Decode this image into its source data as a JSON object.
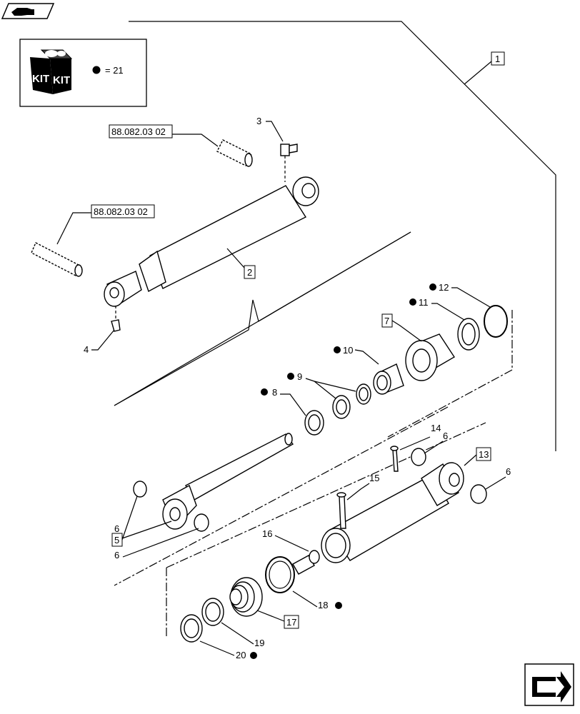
{
  "kit": {
    "text_1": "KIT",
    "text_2": "KIT",
    "legend": "= 21"
  },
  "refs": {
    "top": "88.082.03 02",
    "left": "88.082.03 02"
  },
  "boxed": [
    "1",
    "2",
    "7",
    "13",
    "5",
    "17"
  ],
  "labels": {
    "n3": "3",
    "n4": "4",
    "n12": "12",
    "n11": "11",
    "n10": "10",
    "n9": "9",
    "n8": "8",
    "n14": "14",
    "n6a": "6",
    "n6b": "6",
    "n15": "15",
    "n6c": "6",
    "n6d": "6",
    "n16": "16",
    "n18": "18",
    "n19": "19",
    "n20": "20"
  },
  "icons": {
    "top_left": "hand-pointer-icon",
    "bottom_right": "next-page-arrow-icon"
  },
  "colors": {
    "line": "#000000",
    "background": "#ffffff"
  }
}
